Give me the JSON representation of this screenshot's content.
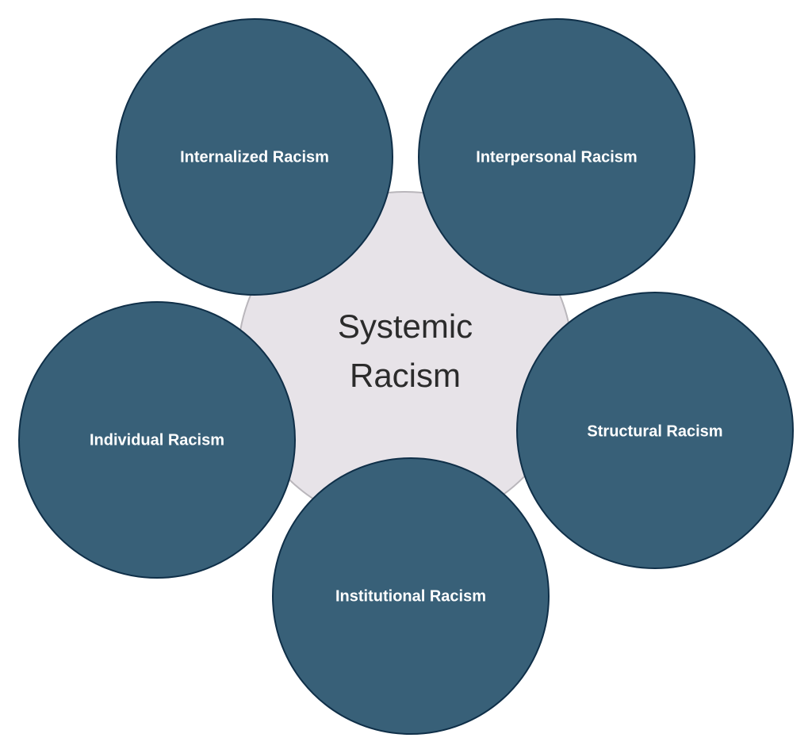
{
  "diagram": {
    "center": {
      "label_line1": "Systemic",
      "label_line2": "Racism"
    },
    "nodes": {
      "internalized": {
        "label": "Internalized Racism"
      },
      "interpersonal": {
        "label": "Interpersonal Racism"
      },
      "structural": {
        "label": "Structural Racism"
      },
      "institutional": {
        "label": "Institutional Racism"
      },
      "individual": {
        "label": "Individual Racism"
      }
    },
    "colors": {
      "center_fill": "#e7e3e8",
      "center_stroke": "#b9b6bb",
      "node_fill": "#386078",
      "node_stroke": "#0f2f48",
      "node_text": "#ffffff",
      "center_text": "#2b2b2b"
    }
  }
}
